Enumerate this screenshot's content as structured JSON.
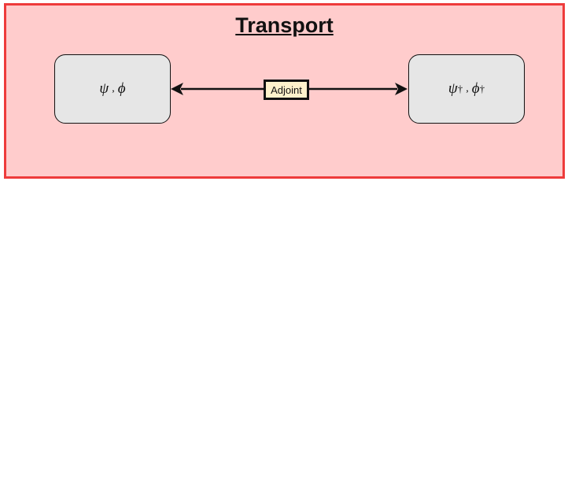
{
  "diagram": {
    "title": "Transport",
    "nodes": [
      {
        "id": "forward",
        "symbol_a": "ψ",
        "separator": ",",
        "symbol_b": "ϕ"
      },
      {
        "id": "adjoint",
        "symbol_a": "ψ",
        "sup_a": "†",
        "separator": ",",
        "symbol_b": "ϕ",
        "sup_b": "†"
      }
    ],
    "edge": {
      "from": "forward",
      "to": "adjoint",
      "direction": "both",
      "label": "Adjoint"
    },
    "colors": {
      "container_fill": "#ffcccc",
      "container_border": "#ee3b3b",
      "node_fill": "#e6e6e6",
      "label_fill": "#fff2cc"
    }
  }
}
